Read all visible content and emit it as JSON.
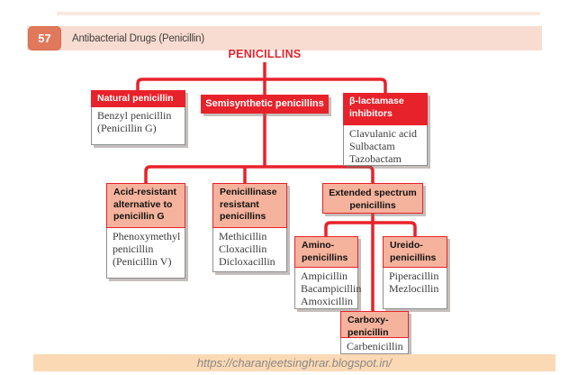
{
  "slide": {
    "number": "57",
    "title": "Antibacterial Drugs (Penicillin)",
    "footer_url": "https://charanjeetsinghrar.blogspot.in/"
  },
  "diagram": {
    "title": "PENICILLINS",
    "natural": {
      "label": "Natural penicillin",
      "drugs": [
        "Benzyl penicillin",
        "(Penicillin G)"
      ]
    },
    "semisynthetic": {
      "label": "Semisynthetic penicillins"
    },
    "beta_lactamase": {
      "label": "β-lactamase inhibitors",
      "drugs": [
        "Clavulanic acid",
        "Sulbactam",
        "Tazobactam"
      ]
    },
    "acid_resistant": {
      "label": "Acid-resistant alternative to penicillin G",
      "drugs": [
        "Phenoxymethyl penicillin",
        "(Penicillin V)"
      ]
    },
    "penicillinase": {
      "label": "Penicillinase resistant penicillins",
      "drugs": [
        "Methicillin",
        "Cloxacillin",
        "Dicloxacillin"
      ]
    },
    "extended": {
      "label": "Extended spectrum penicillins"
    },
    "amino": {
      "label": "Amino-penicillins",
      "drugs": [
        "Ampicillin",
        "Bacampicillin",
        "Amoxicillin"
      ]
    },
    "ureido": {
      "label": "Ureido-penicillins",
      "drugs": [
        "Piperacillin",
        "Mezlocillin"
      ]
    },
    "carboxy": {
      "label": "Carboxy-penicillin",
      "drugs": [
        "Carbenicillin"
      ]
    }
  },
  "colors": {
    "line_red": "#e8222a",
    "box_salmon": "#f5b29c",
    "header_bar_pink": "#f8dcd1",
    "badge_salmon": "#e0795b",
    "footer_peach": "#fbd9b4"
  }
}
